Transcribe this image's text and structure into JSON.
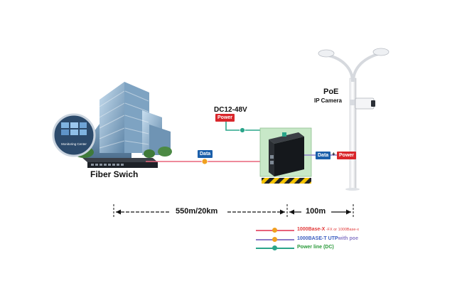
{
  "labels": {
    "monitoring_center": "Monitoring Center",
    "fiber_switch": "Fiber Swich",
    "dc_voltage": "DC12-48V",
    "poe": "PoE",
    "ip_camera": "IP Camera",
    "distance_fiber": "550m/20km",
    "distance_copper": "100m"
  },
  "tags": {
    "data_left": "Data",
    "power_top": "Power",
    "data_right": "Data",
    "plus": "+",
    "power_right": "Power"
  },
  "legend": [
    {
      "name": "fiber",
      "main": "1000Base-X",
      "sub": " -FX or 1000Base-x",
      "color": "#e8637a",
      "dot": "#f0a020"
    },
    {
      "name": "copper",
      "main": "1000BASE-T UTP",
      "sub": "with poe",
      "color": "#8a7cc8",
      "dot": "#f0a020"
    },
    {
      "name": "power",
      "main": "Power line (DC)",
      "sub": "",
      "color": "#2aa58a",
      "dot": "#2aa58a"
    }
  ],
  "colors": {
    "fiber_line": "#e8637a",
    "copper_line": "#8a7cc8",
    "power_line": "#2aa58a",
    "data_tag": "#1b5faa",
    "power_tag": "#d9262b",
    "dot": "#f0a020"
  }
}
